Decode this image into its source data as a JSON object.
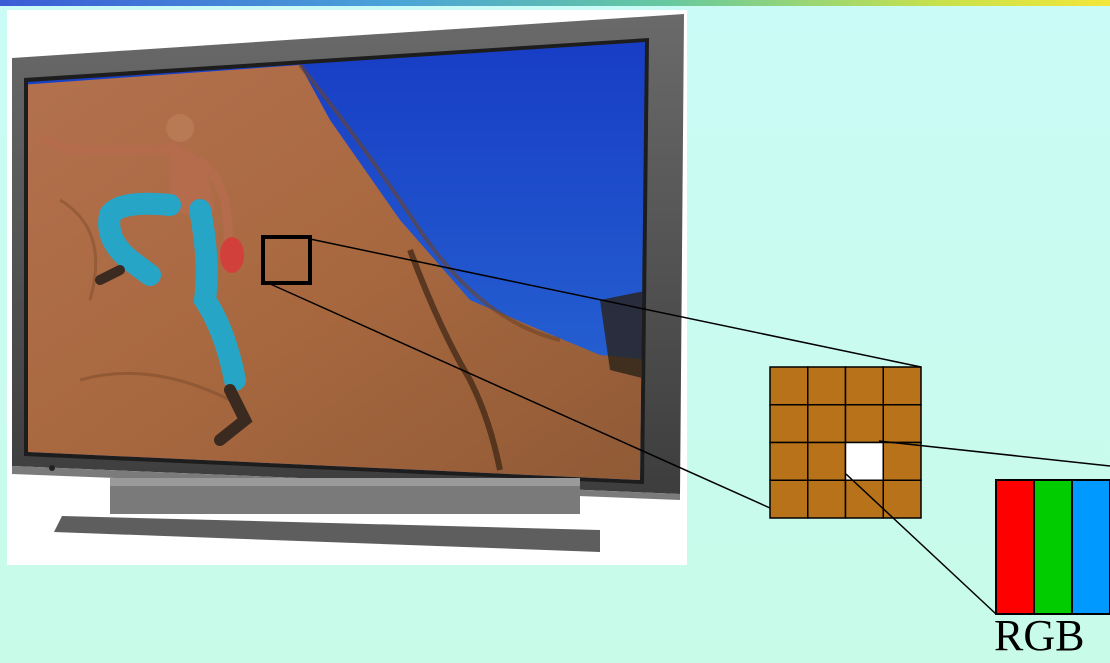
{
  "rgb_label": "RGB",
  "colors": {
    "background_top": "#cafbf6",
    "background_bottom": "#c9fbe9",
    "pixel_fill": "#b8731a",
    "selected_pixel": "#ffffff",
    "subpixel_red": "#ff0000",
    "subpixel_green": "#00cc00",
    "subpixel_blue": "#0099ff",
    "sky": "#1f3fbe",
    "rock": "#b0744c"
  },
  "pixel_grid": {
    "rows": 4,
    "columns": 4,
    "selected_row": 2,
    "selected_column": 2
  },
  "subpixels": [
    "red",
    "green",
    "blue"
  ],
  "icons": {
    "display": "flat-panel-tv-icon",
    "scene": "rock-climber-photo"
  }
}
